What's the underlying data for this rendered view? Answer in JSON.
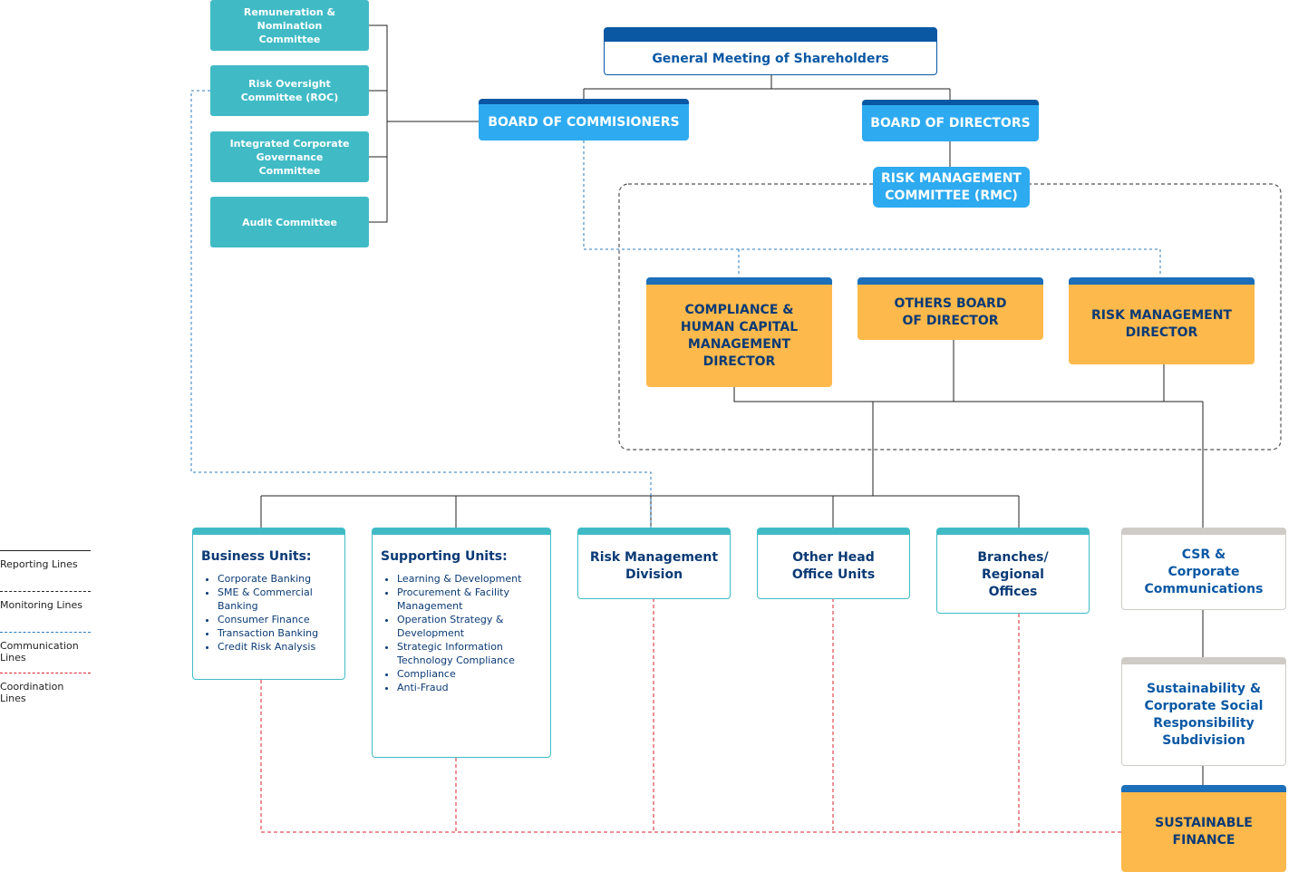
{
  "committees": [
    {
      "label": "Remuneration &\nNomination\nCommittee"
    },
    {
      "label": "Risk Oversight\nCommittee (ROC)"
    },
    {
      "label": "Integrated Corporate\nGovernance\nCommittee"
    },
    {
      "label": "Audit Committee"
    }
  ],
  "gms": {
    "label": "General Meeting of Shareholders"
  },
  "boc": {
    "label": "BOARD OF COMMISIONERS"
  },
  "bod": {
    "label": "BOARD OF DIRECTORS"
  },
  "rmc": {
    "label": "RISK MANAGEMENT\nCOMMITTEE (RMC)"
  },
  "directors": [
    {
      "label": "COMPLIANCE &\nHUMAN CAPITAL\nMANAGEMENT\nDIRECTOR"
    },
    {
      "label": "OTHERS BOARD\nOF DIRECTOR"
    },
    {
      "label": "RISK MANAGEMENT\nDIRECTOR"
    }
  ],
  "business_units": {
    "title": "Business Units:",
    "items": [
      "Corporate Banking",
      "SME & Commercial Banking",
      "Consumer Finance",
      "Transaction Banking",
      "Credit Risk Analysis"
    ]
  },
  "supporting_units": {
    "title": "Supporting Units:",
    "items": [
      "Learning & Development",
      "Procurement & Facility Management",
      "Operation Strategy & Development",
      "Strategic Information Technology Compliance",
      "Compliance",
      "Anti-Fraud"
    ]
  },
  "units": [
    {
      "label": "Risk Management\nDivision"
    },
    {
      "label": "Other Head\nOffice Units"
    },
    {
      "label": "Branches/\nRegional\nOffices"
    }
  ],
  "csr": {
    "label": "CSR &\nCorporate\nCommunications"
  },
  "sustainability": {
    "label": "Sustainability &\nCorporate Social\nResponsibility\nSubdivision"
  },
  "sustainable_finance": {
    "label": "SUSTAINABLE\nFINANCE"
  },
  "legend": [
    {
      "label": "Reporting Lines",
      "style": "solid",
      "color": "#222222"
    },
    {
      "label": "Monitoring Lines",
      "style": "dashed",
      "color": "#222222"
    },
    {
      "label": "Communication Lines",
      "style": "dashed",
      "color": "#2a7bc0"
    },
    {
      "label": "Coordination Lines",
      "style": "dashed",
      "color": "#d9232e"
    }
  ],
  "colors": {
    "teal": "#40bbc6",
    "navy": "#0a58a4",
    "sky": "#2eaaf0",
    "orange": "#fdb94b",
    "grey": "#cfccc7",
    "coordination": "#d9232e",
    "communication": "#2a7bc0"
  }
}
